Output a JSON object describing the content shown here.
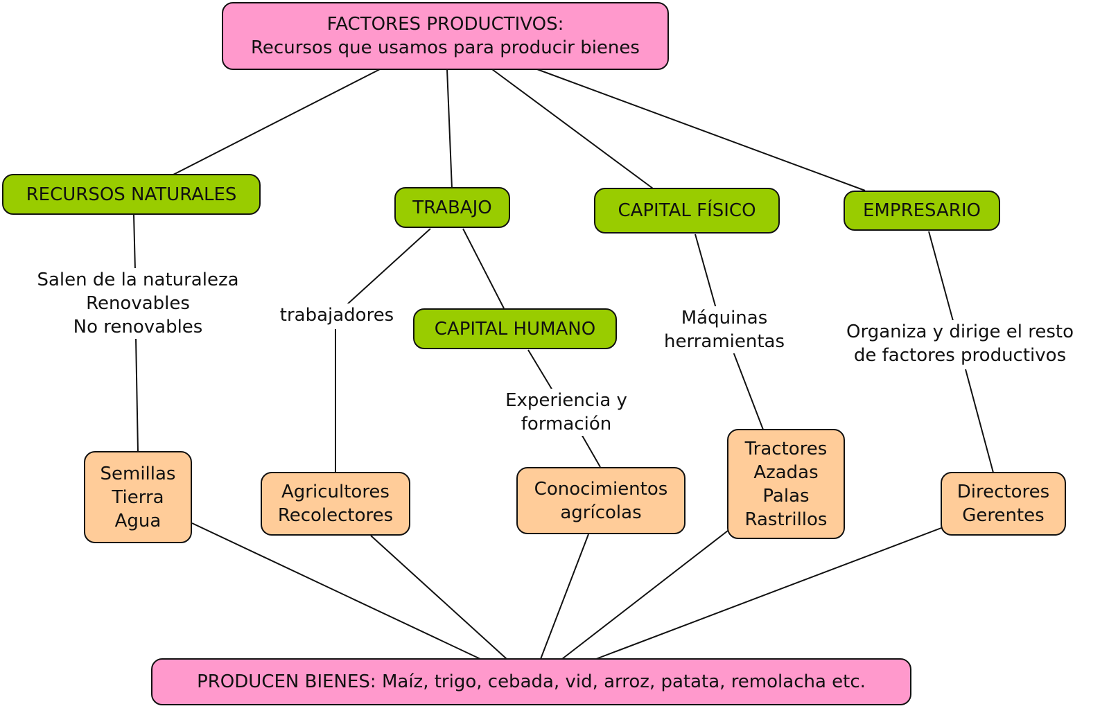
{
  "root": {
    "title_line1": "FACTORES PRODUCTIVOS:",
    "title_line2": "Recursos que usamos para producir bienes"
  },
  "factors": [
    {
      "id": "recursos",
      "label": "RECURSOS NATURALES",
      "description": "Salen de la naturaleza\nRenovables\nNo renovables",
      "examples": "Semillas\nTierra\nAgua"
    },
    {
      "id": "trabajo",
      "label": "TRABAJO",
      "description": "trabajadores",
      "examples": "Agricultores\nRecolectores"
    },
    {
      "id": "capital-humano",
      "label": "CAPITAL HUMANO",
      "description": "Experiencia y\nformación",
      "examples": "Conocimientos\nagrícolas"
    },
    {
      "id": "capital-fisico",
      "label": "CAPITAL FÍSICO",
      "description": "Máquinas\nherramientas",
      "examples": "Tractores\nAzadas\nPalas\nRastrillos"
    },
    {
      "id": "empresario",
      "label": "EMPRESARIO",
      "description": "Organiza y dirige el resto\nde factores productivos",
      "examples": "Directores\nGerentes"
    }
  ],
  "result": {
    "label": "PRODUCEN BIENES: Maíz, trigo, cebada, vid, arroz, patata, remolacha etc."
  },
  "colors": {
    "root": "#ff99cc",
    "factor": "#99cc00",
    "example": "#ffcc99",
    "result": "#ff99cc",
    "line": "#111111"
  }
}
